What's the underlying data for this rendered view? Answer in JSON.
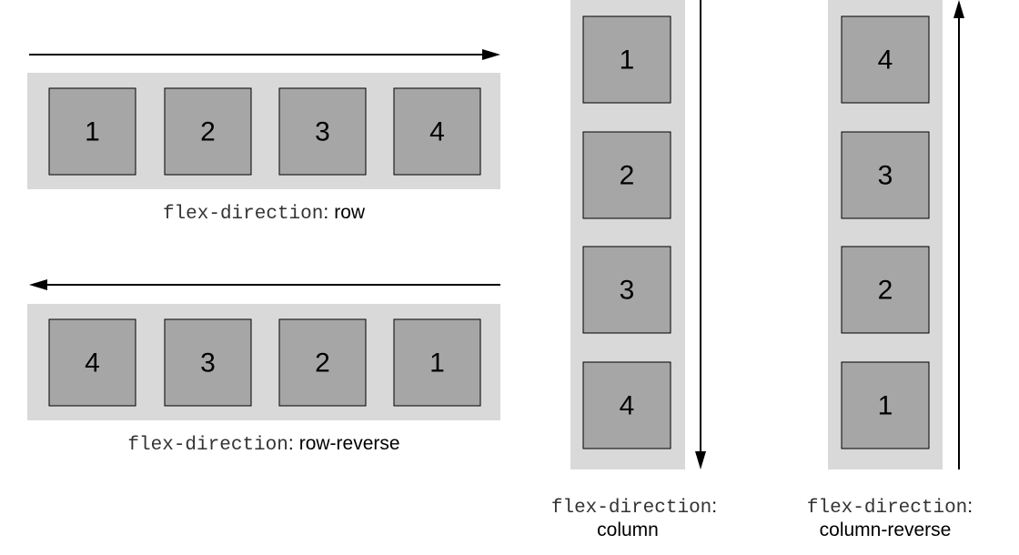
{
  "property_name": "flex-direction",
  "separator": ":",
  "colors": {
    "container": "#d9d9d9",
    "item": "#a6a6a6",
    "outline": "#000000"
  },
  "panels": [
    {
      "id": "row",
      "value": "row",
      "orientation": "horizontal",
      "arrow_direction": "right",
      "items": [
        "1",
        "2",
        "3",
        "4"
      ]
    },
    {
      "id": "row-reverse",
      "value": "row-reverse",
      "orientation": "horizontal",
      "arrow_direction": "left",
      "items": [
        "4",
        "3",
        "2",
        "1"
      ]
    },
    {
      "id": "column",
      "value": "column",
      "orientation": "vertical",
      "arrow_direction": "down",
      "items": [
        "1",
        "2",
        "3",
        "4"
      ]
    },
    {
      "id": "column-reverse",
      "value": "column-reverse",
      "orientation": "vertical",
      "arrow_direction": "up",
      "items": [
        "4",
        "3",
        "2",
        "1"
      ]
    }
  ]
}
